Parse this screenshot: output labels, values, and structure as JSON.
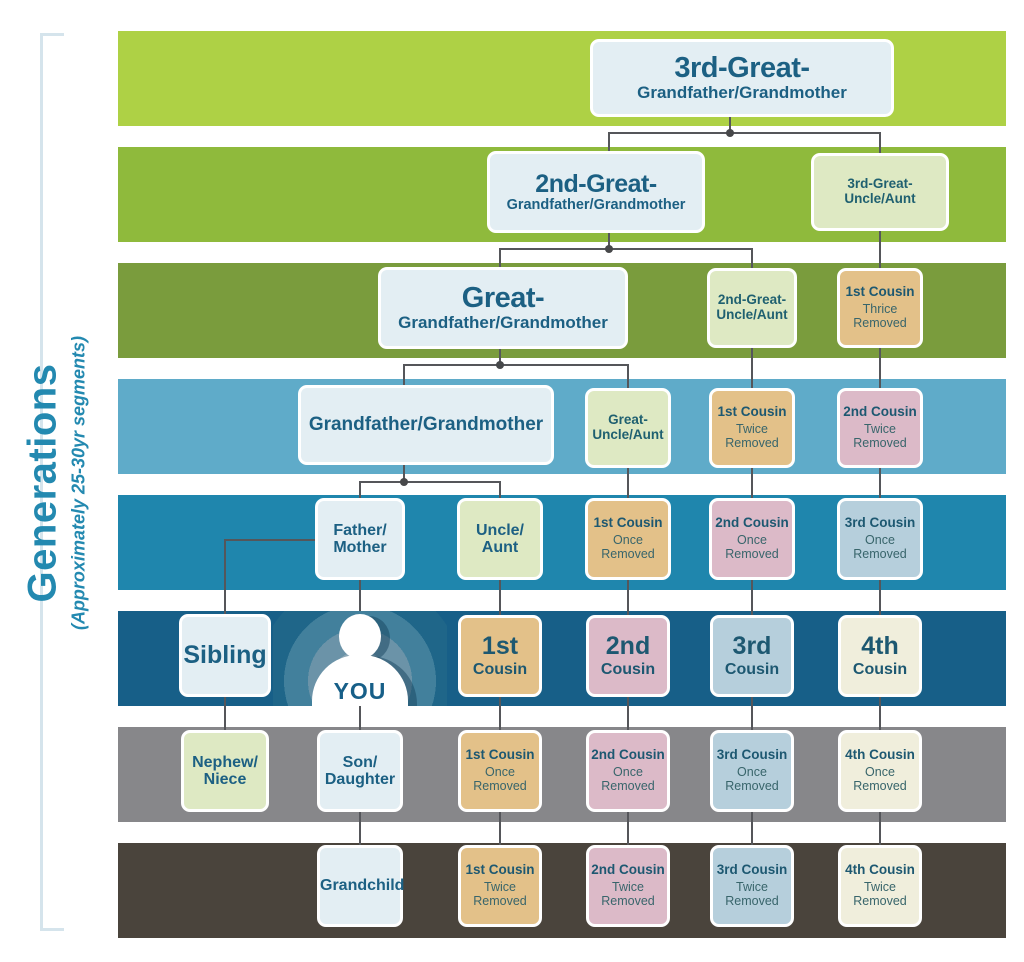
{
  "generations_label": {
    "title": "Generations",
    "subtitle": "(Approximately 25-30yr segments)",
    "color": "#2389b0"
  },
  "you": {
    "label": "YOU"
  },
  "palette": {
    "direct": "#e3eef3",
    "uncle": "#dee9c3",
    "cousin1": "#e3c189",
    "cousin2": "#dcbac8",
    "cousin3": "#b6cfdc",
    "cousin4": "#f0eedc"
  },
  "connector_color": "#55565a",
  "rows": [
    {
      "band_color": "#aed145",
      "boxes": [
        {
          "title": "3rd-Great-",
          "subtitle": "Grandfather/Grandmother",
          "category": "direct",
          "size": "xl"
        }
      ]
    },
    {
      "band_color": "#8fba3c",
      "boxes": [
        {
          "title": "2nd-Great-",
          "subtitle": "Grandfather/Grandmother",
          "category": "direct",
          "size": "lg"
        },
        {
          "title": "3rd-Great-",
          "subtitle": "Uncle/Aunt",
          "category": "uncle",
          "size": "duo-sm"
        }
      ]
    },
    {
      "band_color": "#7a9c3d",
      "boxes": [
        {
          "title": "Great-",
          "subtitle": "Grandfather/Grandmother",
          "category": "direct",
          "size": "xl"
        },
        {
          "title": "2nd-Great-",
          "subtitle": "Uncle/Aunt",
          "category": "uncle",
          "size": "duo-sm"
        },
        {
          "title": "1st Cousin",
          "subtitle": "Thrice Removed",
          "category": "cousin1",
          "size": "cz"
        }
      ]
    },
    {
      "band_color": "#5fabc9",
      "boxes": [
        {
          "title": "Grandfather/Grandmother",
          "subtitle": "",
          "category": "direct",
          "size": "md"
        },
        {
          "title": "Great-",
          "subtitle": "Uncle/Aunt",
          "category": "uncle",
          "size": "duo-sm"
        },
        {
          "title": "1st Cousin",
          "subtitle": "Twice Removed",
          "category": "cousin1",
          "size": "cz"
        },
        {
          "title": "2nd Cousin",
          "subtitle": "Twice Removed",
          "category": "cousin2",
          "size": "cz"
        }
      ]
    },
    {
      "band_color": "#1f86ad",
      "boxes": [
        {
          "title": "Father/",
          "subtitle": "Mother",
          "category": "direct",
          "size": "duo"
        },
        {
          "title": "Uncle/",
          "subtitle": "Aunt",
          "category": "uncle",
          "size": "duo"
        },
        {
          "title": "1st Cousin",
          "subtitle": "Once Removed",
          "category": "cousin1",
          "size": "cz"
        },
        {
          "title": "2nd Cousin",
          "subtitle": "Once Removed",
          "category": "cousin2",
          "size": "cz"
        },
        {
          "title": "3rd Cousin",
          "subtitle": "Once Removed",
          "category": "cousin3",
          "size": "cz"
        }
      ]
    },
    {
      "band_color": "#175f88",
      "boxes": [
        {
          "title": "Sibling",
          "subtitle": "",
          "category": "direct",
          "size": "big1"
        },
        {
          "title": "1st",
          "subtitle": "Cousin",
          "category": "cousin1",
          "size": "num"
        },
        {
          "title": "2nd",
          "subtitle": "Cousin",
          "category": "cousin2",
          "size": "num"
        },
        {
          "title": "3rd",
          "subtitle": "Cousin",
          "category": "cousin3",
          "size": "num"
        },
        {
          "title": "4th",
          "subtitle": "Cousin",
          "category": "cousin4",
          "size": "num"
        }
      ]
    },
    {
      "band_color": "#87878a",
      "boxes": [
        {
          "title": "Nephew/",
          "subtitle": "Niece",
          "category": "uncle",
          "size": "duo"
        },
        {
          "title": "Son/",
          "subtitle": "Daughter",
          "category": "direct",
          "size": "duo"
        },
        {
          "title": "1st Cousin",
          "subtitle": "Once Removed",
          "category": "cousin1",
          "size": "cz"
        },
        {
          "title": "2nd Cousin",
          "subtitle": "Once Removed",
          "category": "cousin2",
          "size": "cz"
        },
        {
          "title": "3rd Cousin",
          "subtitle": "Once Removed",
          "category": "cousin3",
          "size": "cz"
        },
        {
          "title": "4th Cousin",
          "subtitle": "Once Removed",
          "category": "cousin4",
          "size": "cz"
        }
      ]
    },
    {
      "band_color": "#4a443c",
      "boxes": [
        {
          "title": "Grandchild",
          "subtitle": "",
          "category": "direct",
          "size": "duo"
        },
        {
          "title": "1st Cousin",
          "subtitle": "Twice Removed",
          "category": "cousin1",
          "size": "cz"
        },
        {
          "title": "2nd Cousin",
          "subtitle": "Twice Removed",
          "category": "cousin2",
          "size": "cz"
        },
        {
          "title": "3rd Cousin",
          "subtitle": "Twice Removed",
          "category": "cousin3",
          "size": "cz"
        },
        {
          "title": "4th Cousin",
          "subtitle": "Twice Removed",
          "category": "cousin4",
          "size": "cz"
        }
      ]
    }
  ]
}
